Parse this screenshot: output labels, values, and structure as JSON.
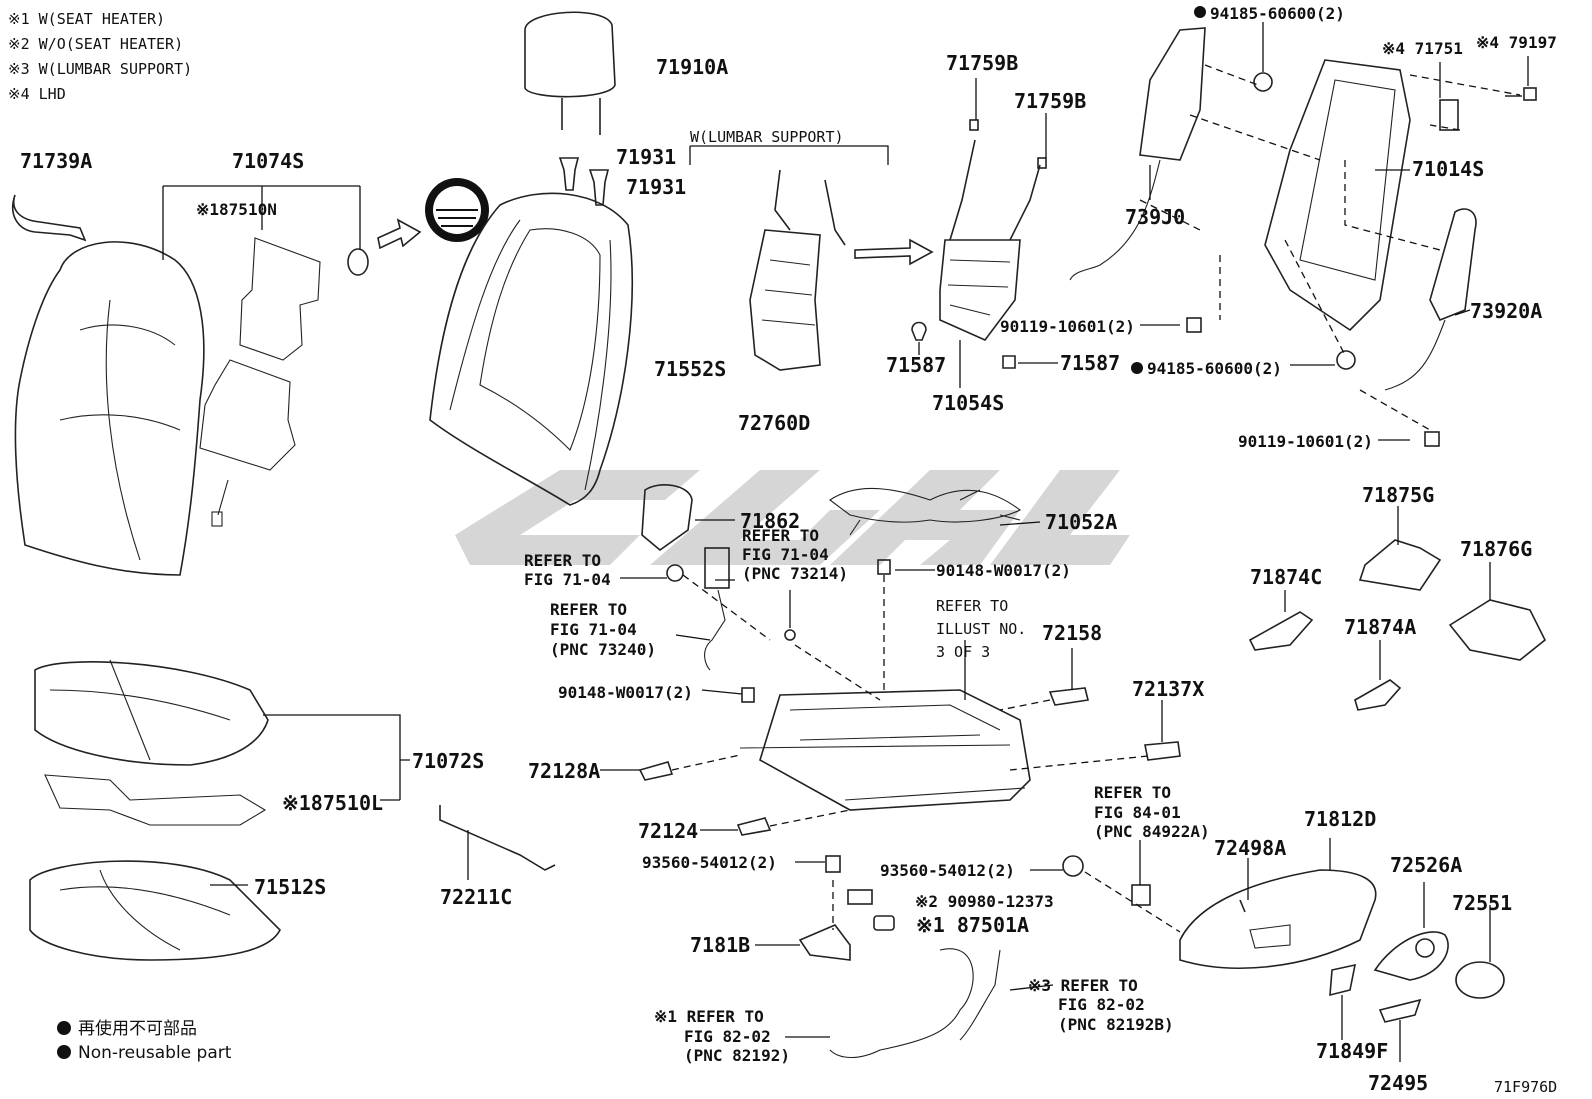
{
  "notes": [
    "※1 W(SEAT HEATER)",
    "※2 W/O(SEAT HEATER)",
    "※3 W(LUMBAR SUPPORT)",
    "※4 LHD"
  ],
  "lumbar_header": "W(LUMBAR SUPPORT)",
  "parts": {
    "p71739A": "71739A",
    "p71074S": "71074S",
    "p87510N": "※187510N",
    "p71910A": "71910A",
    "p71931a": "71931",
    "p71931b": "71931",
    "p71552S": "71552S",
    "p72760D": "72760D",
    "p71759Ba": "71759B",
    "p71759Bb": "71759B",
    "p71587a": "71587",
    "p71587b": "71587",
    "p71054S": "71054S",
    "p90119a": "90119-10601(2)",
    "p94185a": "94185-60600(2)",
    "p94185b": "94185-60600(2)",
    "p739J0": "739J0",
    "p71751": "※4 71751",
    "p79197": "※4 79197",
    "p71014S": "71014S",
    "p73920A": "73920A",
    "p90119b": "90119-10601(2)",
    "p71862": "71862",
    "p71052A": "71052A",
    "p90148a": "90148-W0017(2)",
    "p90148b": "90148-W0017(2)",
    "p72158": "72158",
    "p72137X": "72137X",
    "p72128A": "72128A",
    "p72124": "72124",
    "p71072S": "71072S",
    "p87510L": "※187510L",
    "p71512S": "71512S",
    "p72211C": "72211C",
    "p93560a": "93560-54012(2)",
    "p93560b": "93560-54012(2)",
    "p90980": "※2 90980-12373",
    "p87501A": "※1 87501A",
    "p7181B": "7181B",
    "p71875G": "71875G",
    "p71876G": "71876G",
    "p71874C": "71874C",
    "p71874A": "71874A",
    "p71812D": "71812D",
    "p72498A": "72498A",
    "p72526A": "72526A",
    "p72551": "72551",
    "p71849F": "71849F",
    "p72495": "72495"
  },
  "refers": {
    "r1_l1": "REFER TO",
    "r1_l2": "FIG 71-04",
    "r2_l1": "REFER TO",
    "r2_l2": "FIG 71-04",
    "r2_l3": "(PNC 73214)",
    "r3_l1": "REFER TO",
    "r3_l2": "FIG 71-04",
    "r3_l3": "(PNC 73240)",
    "r4_l1": "REFER TO",
    "r4_l2": "ILLUST NO.",
    "r4_l3": "3 OF 3",
    "r5_l1": "REFER TO",
    "r5_l2": "FIG 84-01",
    "r5_l3": "(PNC 84922A)",
    "r6_l1": "※3 REFER TO",
    "r6_l2": "FIG 82-02",
    "r6_l3": "(PNC 82192B)",
    "r7_l1": "※1 REFER TO",
    "r7_l2": "FIG 82-02",
    "r7_l3": "(PNC 82192)"
  },
  "legend": {
    "jp": "再使用不可部品",
    "en": "Non-reusable part"
  },
  "figure_id": "71F976D",
  "colors": {
    "line": "#222222",
    "watermark": "#cfcfcf",
    "background": "#ffffff"
  }
}
